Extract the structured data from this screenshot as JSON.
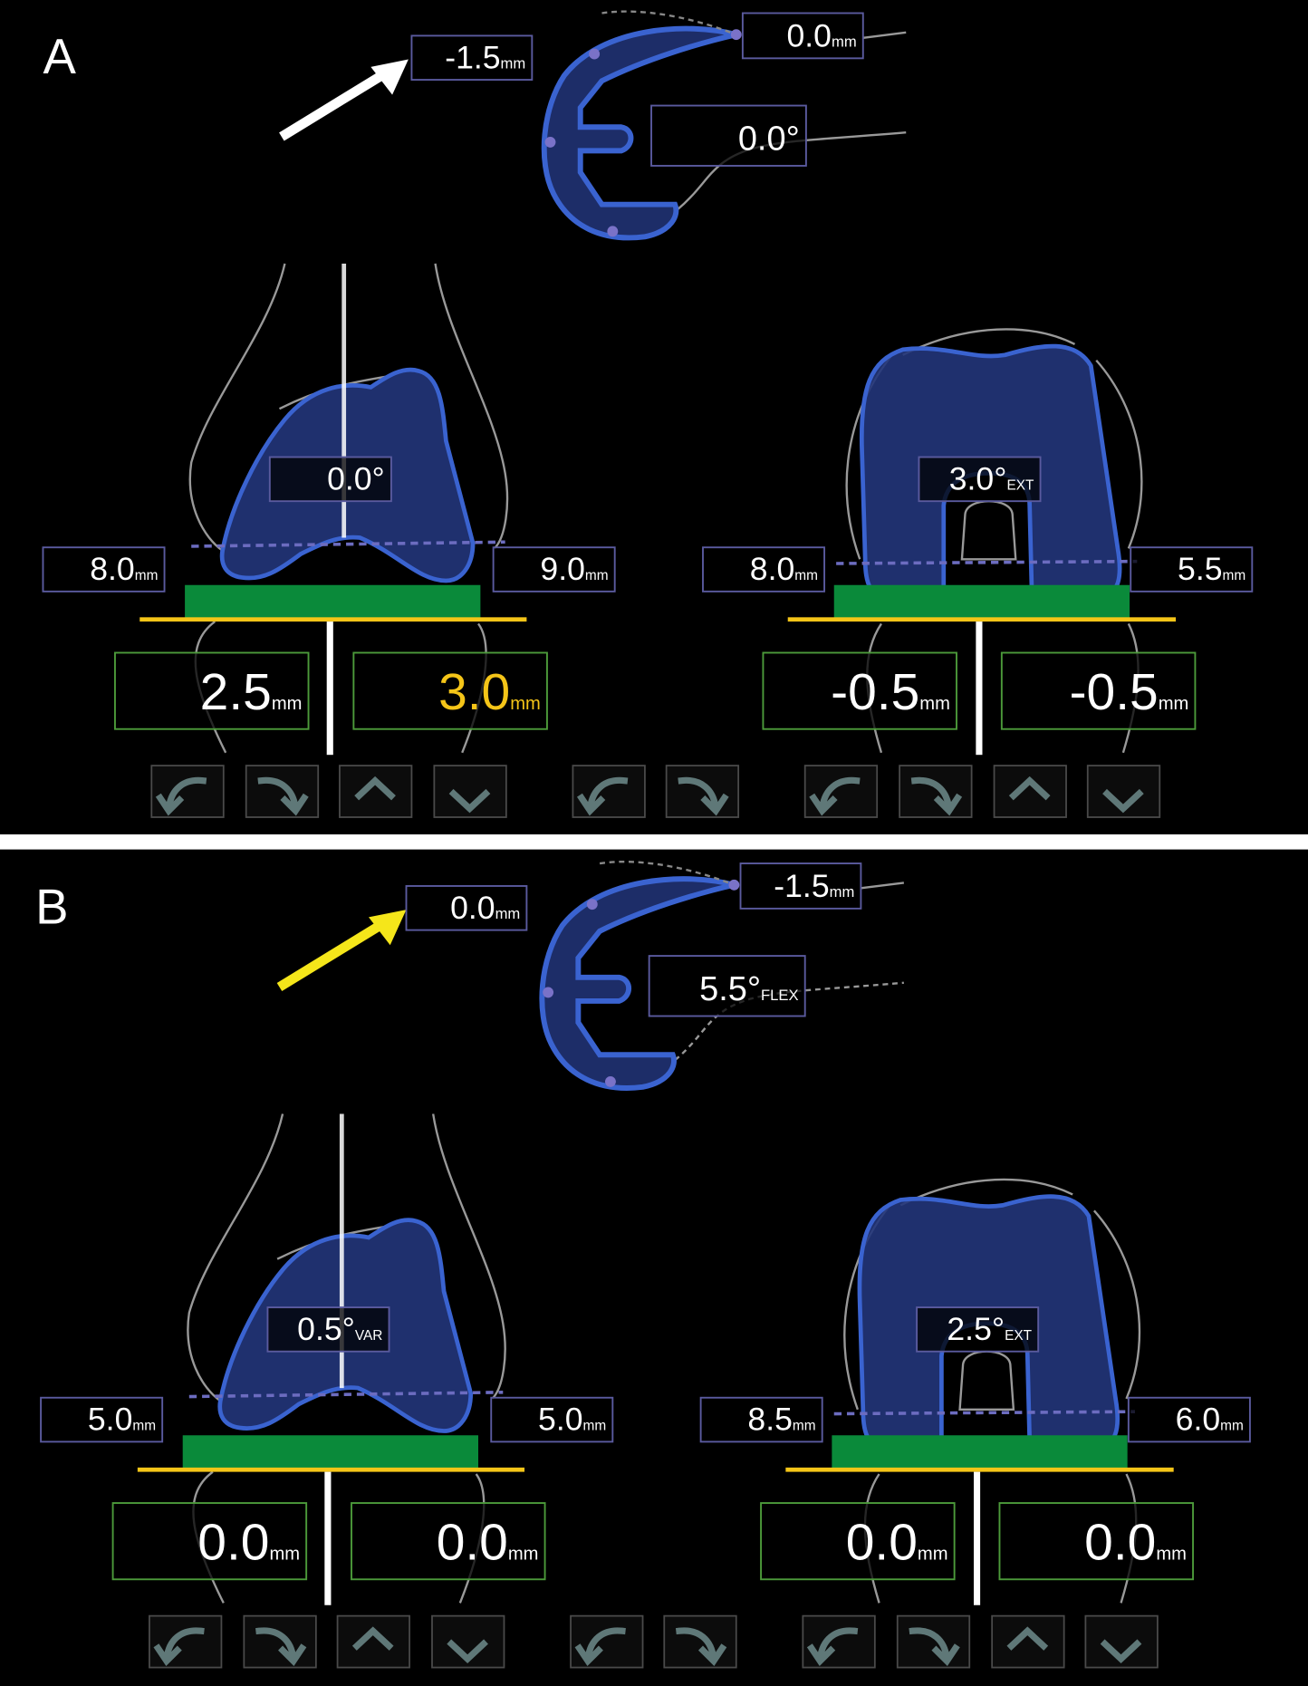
{
  "colors": {
    "background": "#000000",
    "component_fill": "#22357a",
    "component_stroke": "#3a63d0",
    "label_border": "#5a5a9e",
    "value_border": "#4c9a3a",
    "green_block": "#0a8a3a",
    "yellow_line": "#f5c518",
    "button_icon": "#5f7878",
    "highlight": "#f5c518"
  },
  "panels": [
    {
      "letter": "A",
      "arrow_color": "#ffffff",
      "top": {
        "ap_offset": {
          "value": "-1.5",
          "unit": "mm"
        },
        "anterior": {
          "value": "0.0",
          "unit": "mm"
        },
        "flexion": {
          "value": "0.0°",
          "unit": ""
        }
      },
      "front": {
        "angle": {
          "value": "0.0°",
          "unit": ""
        },
        "left_resection": {
          "value": "8.0",
          "unit": "mm"
        },
        "right_resection": {
          "value": "9.0",
          "unit": "mm"
        },
        "left_gap": {
          "value": "2.5",
          "unit": "mm",
          "color": "#ffffff"
        },
        "right_gap": {
          "value": "3.0",
          "unit": "mm",
          "color": "#f5c518"
        }
      },
      "flex": {
        "angle": {
          "value": "3.0°",
          "unit": "EXT"
        },
        "left_resection": {
          "value": "8.0",
          "unit": "mm"
        },
        "right_resection": {
          "value": "5.5",
          "unit": "mm"
        },
        "left_gap": {
          "value": "-0.5",
          "unit": "mm",
          "color": "#ffffff"
        },
        "right_gap": {
          "value": "-0.5",
          "unit": "mm",
          "color": "#ffffff"
        }
      }
    },
    {
      "letter": "B",
      "arrow_color": "#f5e61a",
      "top": {
        "ap_offset": {
          "value": "0.0",
          "unit": "mm"
        },
        "anterior": {
          "value": "-1.5",
          "unit": "mm"
        },
        "flexion": {
          "value": "5.5°",
          "unit": "FLEX"
        }
      },
      "front": {
        "angle": {
          "value": "0.5°",
          "unit": "VAR"
        },
        "left_resection": {
          "value": "5.0",
          "unit": "mm"
        },
        "right_resection": {
          "value": "5.0",
          "unit": "mm"
        },
        "left_gap": {
          "value": "0.0",
          "unit": "mm",
          "color": "#ffffff"
        },
        "right_gap": {
          "value": "0.0",
          "unit": "mm",
          "color": "#ffffff"
        }
      },
      "flex": {
        "angle": {
          "value": "2.5°",
          "unit": "EXT"
        },
        "left_resection": {
          "value": "8.5",
          "unit": "mm"
        },
        "right_resection": {
          "value": "6.0",
          "unit": "mm"
        },
        "left_gap": {
          "value": "0.0",
          "unit": "mm",
          "color": "#ffffff"
        },
        "right_gap": {
          "value": "0.0",
          "unit": "mm",
          "color": "#ffffff"
        }
      }
    }
  ],
  "buttons": [
    "rotate-ccw",
    "rotate-cw",
    "move-up",
    "move-down",
    "rotate-ccw",
    "rotate-cw",
    "rotate-ccw",
    "rotate-cw",
    "move-up",
    "move-down"
  ]
}
